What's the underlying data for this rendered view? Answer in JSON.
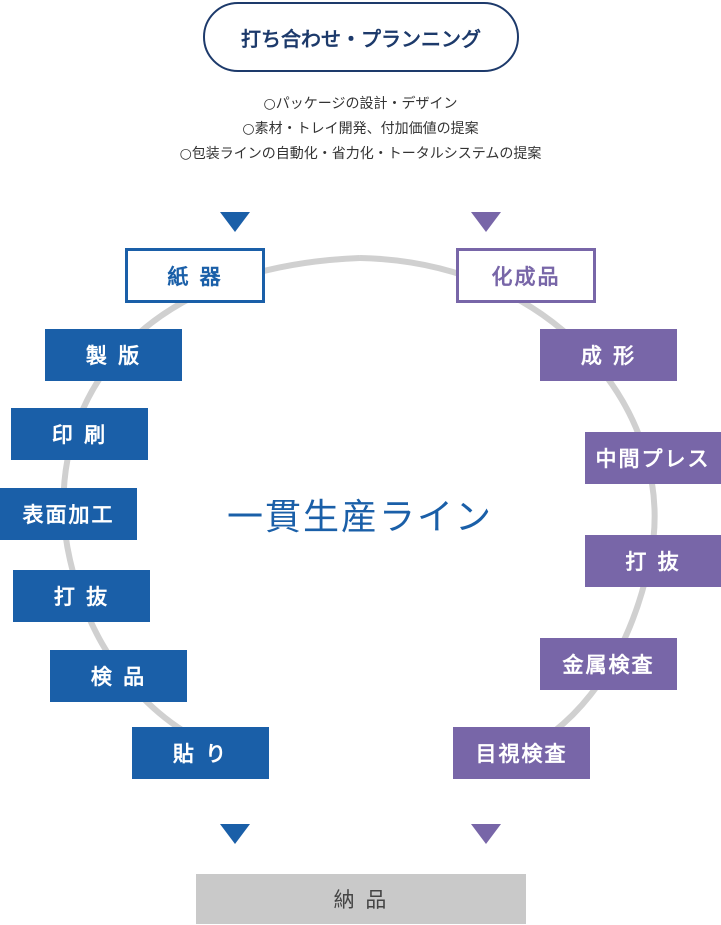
{
  "header": {
    "title": "打ち合わせ・プランニング",
    "bullets": [
      "○パッケージの設計・デザイン",
      "○素材・トレイ開発、付加価値の提案",
      "○包装ラインの自動化・省力化・トータルシステムの提案"
    ]
  },
  "center_label": "一貫生産ライン",
  "left_column": {
    "head": "紙 器",
    "steps": [
      "製 版",
      "印 刷",
      "表面加工",
      "打 抜",
      "検 品",
      "貼 り"
    ]
  },
  "right_column": {
    "head": "化成品",
    "steps": [
      "成 形",
      "中間プレス",
      "打 抜",
      "金属検査",
      "目視検査"
    ]
  },
  "final": "納 品",
  "colors": {
    "blue": "#1a5fa8",
    "purple": "#7866a8",
    "navy": "#1d3a6b",
    "ring": "#d0d0d0",
    "final_bg": "#c9c9c9"
  }
}
